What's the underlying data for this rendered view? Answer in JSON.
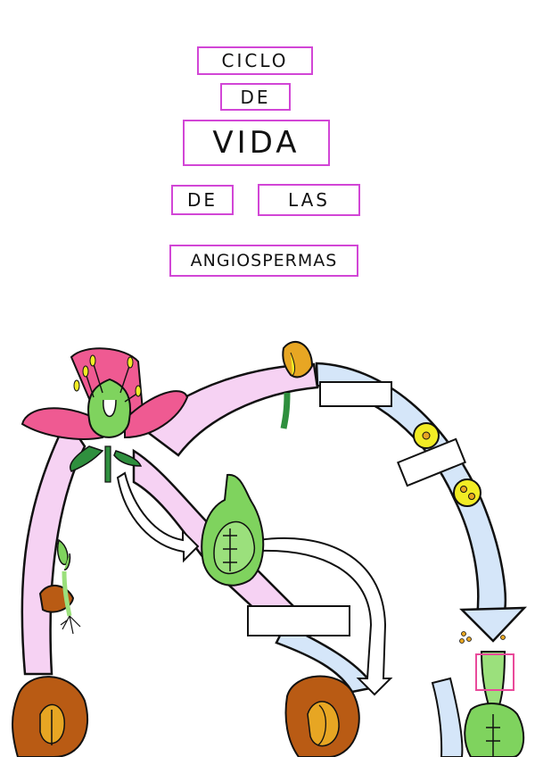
{
  "title": {
    "line1": "CICLO",
    "line2": "DE",
    "line3": "VIDA",
    "line4a": "DE",
    "line4b": "LAS",
    "line5": "ANGIOSPERMAS"
  },
  "answer_boxes": [
    "",
    "",
    ""
  ],
  "colors": {
    "title_border": "#d246d6",
    "pink_path": "#f6d2f3",
    "blue_path": "#d5e6f9",
    "petal_pink": "#ef5a92",
    "ovary_green": "#7fd35e",
    "seed_brown": "#b95b14",
    "pollen_yellow": "#f2ec25",
    "anther_orange": "#e7a623"
  }
}
